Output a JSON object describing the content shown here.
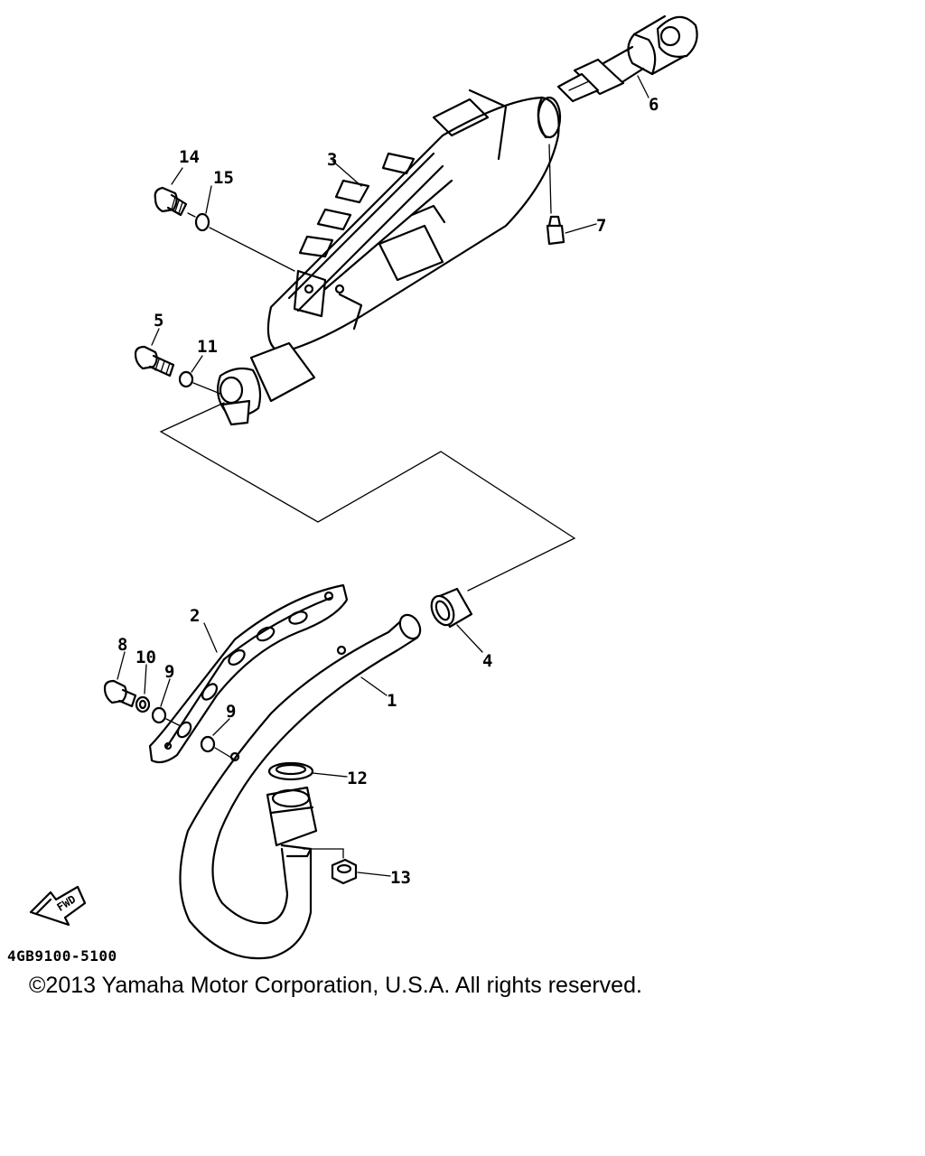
{
  "diagram": {
    "part_code": "4GB9100-5100",
    "copyright": "©2013 Yamaha Motor Corporation, U.S.A. All rights reserved.",
    "fwd_label": "FWD",
    "callouts": {
      "c1": "1",
      "c2": "2",
      "c3": "3",
      "c4": "4",
      "c5": "5",
      "c6": "6",
      "c7": "7",
      "c8": "8",
      "c9a": "9",
      "c9b": "9",
      "c10": "10",
      "c11": "11",
      "c12": "12",
      "c13": "13",
      "c14": "14",
      "c15": "15"
    }
  }
}
